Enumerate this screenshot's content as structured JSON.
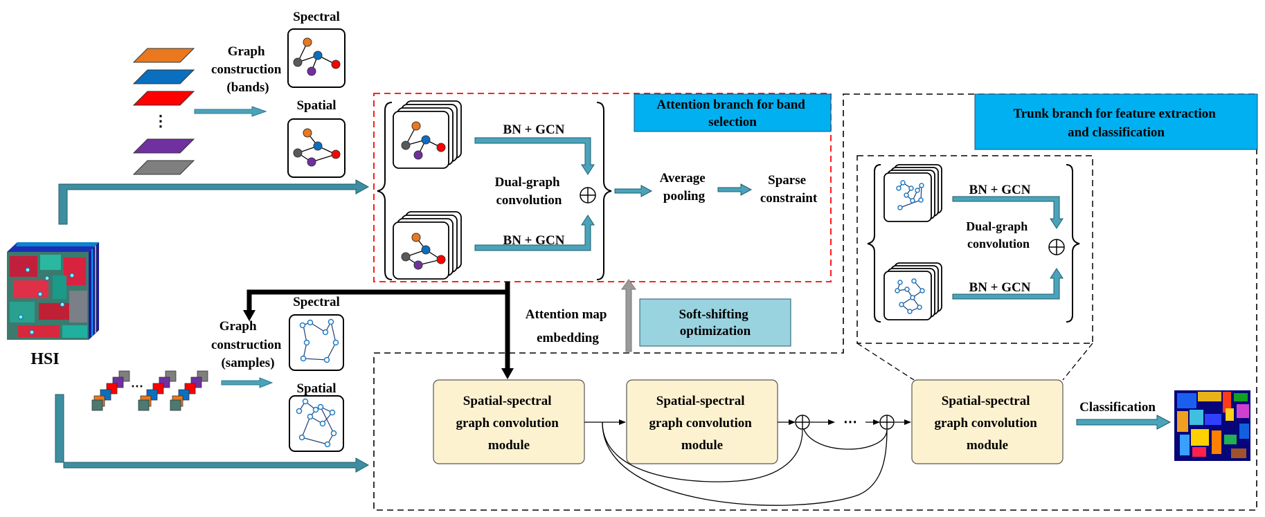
{
  "colors": {
    "accent_blue": "#00b0f0",
    "soft_shift_fill": "#99d3e0",
    "module_fill": "#fdf2d0",
    "arrow_teal": "#3d8ea0",
    "attention_border": "#ff0000",
    "band_colors": [
      "#e9781f",
      "#0b6fc0",
      "#ff0000",
      "#7030a0",
      "#7f7f7f"
    ],
    "node_colors": [
      "#e9781f",
      "#0b6fc0",
      "#ff0000",
      "#7030a0",
      "#595959"
    ]
  },
  "labels": {
    "hsi": "HSI",
    "spectral": "Spectral",
    "spatial": "Spatial",
    "graph_bands": [
      "Graph",
      "construction",
      "(bands)"
    ],
    "graph_samples": [
      "Graph",
      "construction",
      "(samples)"
    ],
    "attention_branch": [
      "Attention branch for band",
      "selection"
    ],
    "trunk_branch": [
      "Trunk branch for feature extraction",
      "and classification"
    ],
    "bn_gcn": "BN + GCN",
    "dual_graph": [
      "Dual-graph",
      "convolution"
    ],
    "average_pooling": [
      "Average",
      "pooling"
    ],
    "sparse_constraint": [
      "Sparse",
      "constraint"
    ],
    "attention_map": [
      "Attention map",
      "embedding"
    ],
    "soft_shifting": [
      "Soft-shifting",
      "optimization"
    ],
    "module": [
      "Spatial-spectral",
      "graph convolution",
      "module"
    ],
    "ellipsis": "⋯",
    "vdots": "⋮",
    "classification": "Classification"
  }
}
